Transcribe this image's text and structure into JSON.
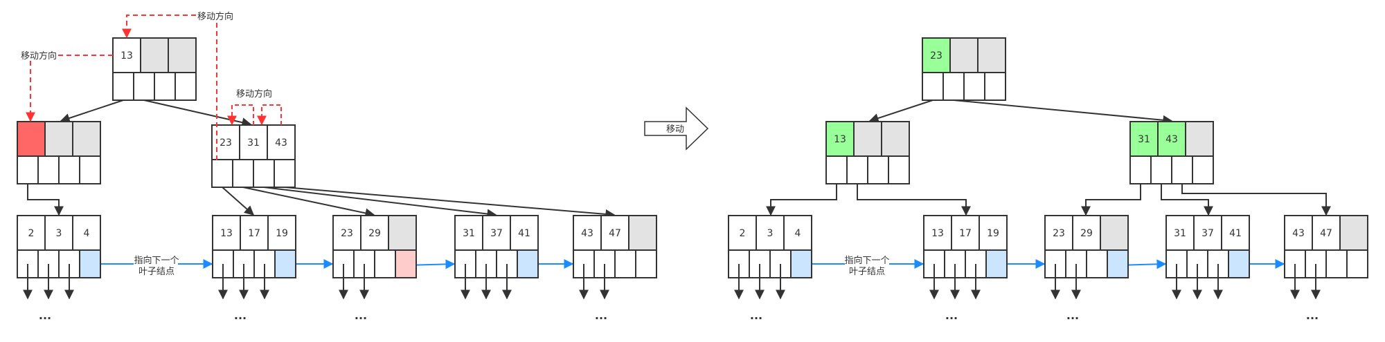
{
  "colors": {
    "empty": "#ffffff",
    "unused": "#e3e3e3",
    "removed": "#ff6666",
    "moved": "#99ff99",
    "next_ptr": "#cce5ff",
    "next_ptr_highlight": "#ffcccc",
    "edge": "#333333",
    "leaf_link": "#1a8cff",
    "move_dash": "#ff3333"
  },
  "labels": {
    "move_direction": "移动方向",
    "next_leaf_line1": "指向下一个",
    "next_leaf_line2": "叶子结点",
    "transition": "移动",
    "ellipsis": "..."
  },
  "before": {
    "root": {
      "keys": [
        "13",
        "",
        ""
      ],
      "key_states": [
        "empty",
        "unused",
        "unused"
      ]
    },
    "internal": [
      {
        "keys": [
          "",
          "",
          ""
        ],
        "key_states": [
          "removed",
          "unused",
          "unused"
        ]
      },
      {
        "keys": [
          "23",
          "31",
          "43"
        ],
        "key_states": [
          "empty",
          "empty",
          "empty"
        ]
      }
    ],
    "leaves": [
      {
        "keys": [
          "2",
          "3",
          "4"
        ],
        "key_states": [
          "empty",
          "empty",
          "empty"
        ],
        "next_state": "next_ptr",
        "children": 3,
        "ellipsis": true
      },
      {
        "keys": [
          "13",
          "17",
          "19"
        ],
        "key_states": [
          "empty",
          "empty",
          "empty"
        ],
        "next_state": "next_ptr",
        "children": 3,
        "ellipsis": true
      },
      {
        "keys": [
          "23",
          "29",
          ""
        ],
        "key_states": [
          "empty",
          "empty",
          "unused"
        ],
        "next_state": "next_ptr_highlight",
        "children": 2,
        "ellipsis": true
      },
      {
        "keys": [
          "31",
          "37",
          "41"
        ],
        "key_states": [
          "empty",
          "empty",
          "empty"
        ],
        "next_state": "next_ptr",
        "children": 3,
        "ellipsis": false
      },
      {
        "keys": [
          "43",
          "47",
          ""
        ],
        "key_states": [
          "empty",
          "empty",
          "unused"
        ],
        "next_state": "empty",
        "children": 2,
        "ellipsis": true
      }
    ]
  },
  "after": {
    "root": {
      "keys": [
        "23",
        "",
        ""
      ],
      "key_states": [
        "moved",
        "unused",
        "unused"
      ]
    },
    "internal": [
      {
        "keys": [
          "13",
          "",
          ""
        ],
        "key_states": [
          "moved",
          "unused",
          "unused"
        ]
      },
      {
        "keys": [
          "31",
          "43",
          ""
        ],
        "key_states": [
          "moved",
          "moved",
          "unused"
        ]
      }
    ],
    "leaves": [
      {
        "keys": [
          "2",
          "3",
          "4"
        ],
        "key_states": [
          "empty",
          "empty",
          "empty"
        ],
        "next_state": "next_ptr",
        "children": 3,
        "ellipsis": true
      },
      {
        "keys": [
          "13",
          "17",
          "19"
        ],
        "key_states": [
          "empty",
          "empty",
          "empty"
        ],
        "next_state": "next_ptr",
        "children": 3,
        "ellipsis": true
      },
      {
        "keys": [
          "23",
          "29",
          ""
        ],
        "key_states": [
          "empty",
          "empty",
          "unused"
        ],
        "next_state": "next_ptr",
        "children": 2,
        "ellipsis": true
      },
      {
        "keys": [
          "31",
          "37",
          "41"
        ],
        "key_states": [
          "empty",
          "empty",
          "empty"
        ],
        "next_state": "next_ptr",
        "children": 3,
        "ellipsis": false
      },
      {
        "keys": [
          "43",
          "47",
          ""
        ],
        "key_states": [
          "empty",
          "empty",
          "unused"
        ],
        "next_state": "empty",
        "children": 2,
        "ellipsis": true
      }
    ]
  }
}
